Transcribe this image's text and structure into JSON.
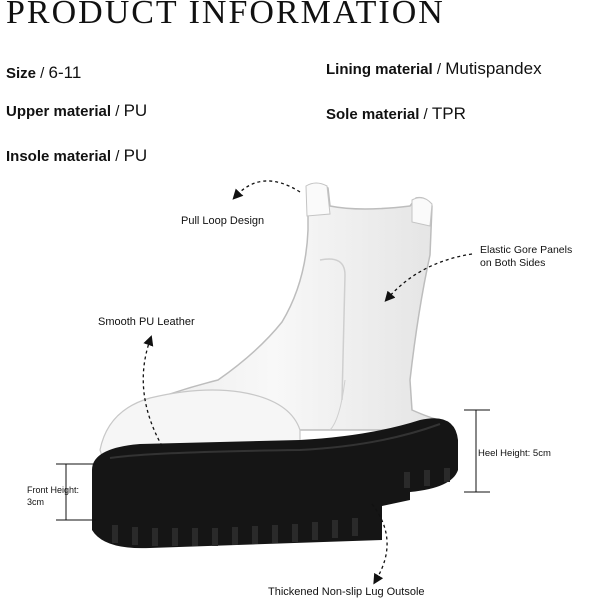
{
  "title": "PRODUCT INFORMATION",
  "specs": {
    "size": {
      "label": "Size",
      "sep": " / ",
      "value": "6-11"
    },
    "upper": {
      "label": "Upper material",
      "sep": " / ",
      "value": "PU"
    },
    "insole": {
      "label": "Insole material",
      "sep": " / ",
      "value": "PU"
    },
    "lining": {
      "label": "Lining material",
      "sep": " / ",
      "value": "Mutispandex"
    },
    "sole": {
      "label": "Sole material",
      "sep": " / ",
      "value": "TPR"
    }
  },
  "annotations": {
    "pull_loop": "Pull Loop Design",
    "elastic_line1": "Elastic Gore Panels",
    "elastic_line2": "on Both Sides",
    "leather": "Smooth PU Leather",
    "heel_height": "Heel Height: 5cm",
    "front_height_line1": "Front Height:",
    "front_height_line2": "3cm",
    "outsole": "Thickened Non-slip Lug Outsole"
  },
  "colors": {
    "boot": "#f4f4f4",
    "sole": "#111111",
    "text": "#111111"
  }
}
